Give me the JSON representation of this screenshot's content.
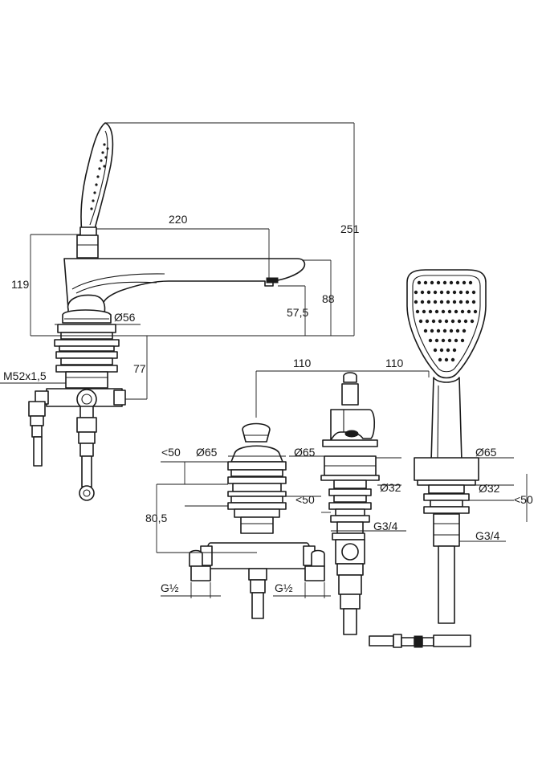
{
  "dimensions": {
    "overall_height": "251",
    "spout_reach": "220",
    "body_height": "119",
    "spout_height": "88",
    "spout_outlet": "57,5",
    "base_diameter": "Ø56",
    "below_deck": "77",
    "thread": "M52x1,5",
    "spacing_1": "110",
    "spacing_2": "110",
    "diverter_max_left": "<50",
    "diverter_diameter": "Ø65",
    "diverter_depth": "80,5",
    "handle_diameter": "Ø65",
    "handle_max": "<50",
    "handle_hole": "Ø32",
    "shower_diameter": "Ø65",
    "shower_hole": "Ø32",
    "shower_max": "<50",
    "thread_handle": "G3/4",
    "thread_shower": "G3/4",
    "inlet_left": "G½",
    "inlet_right": "G½"
  }
}
